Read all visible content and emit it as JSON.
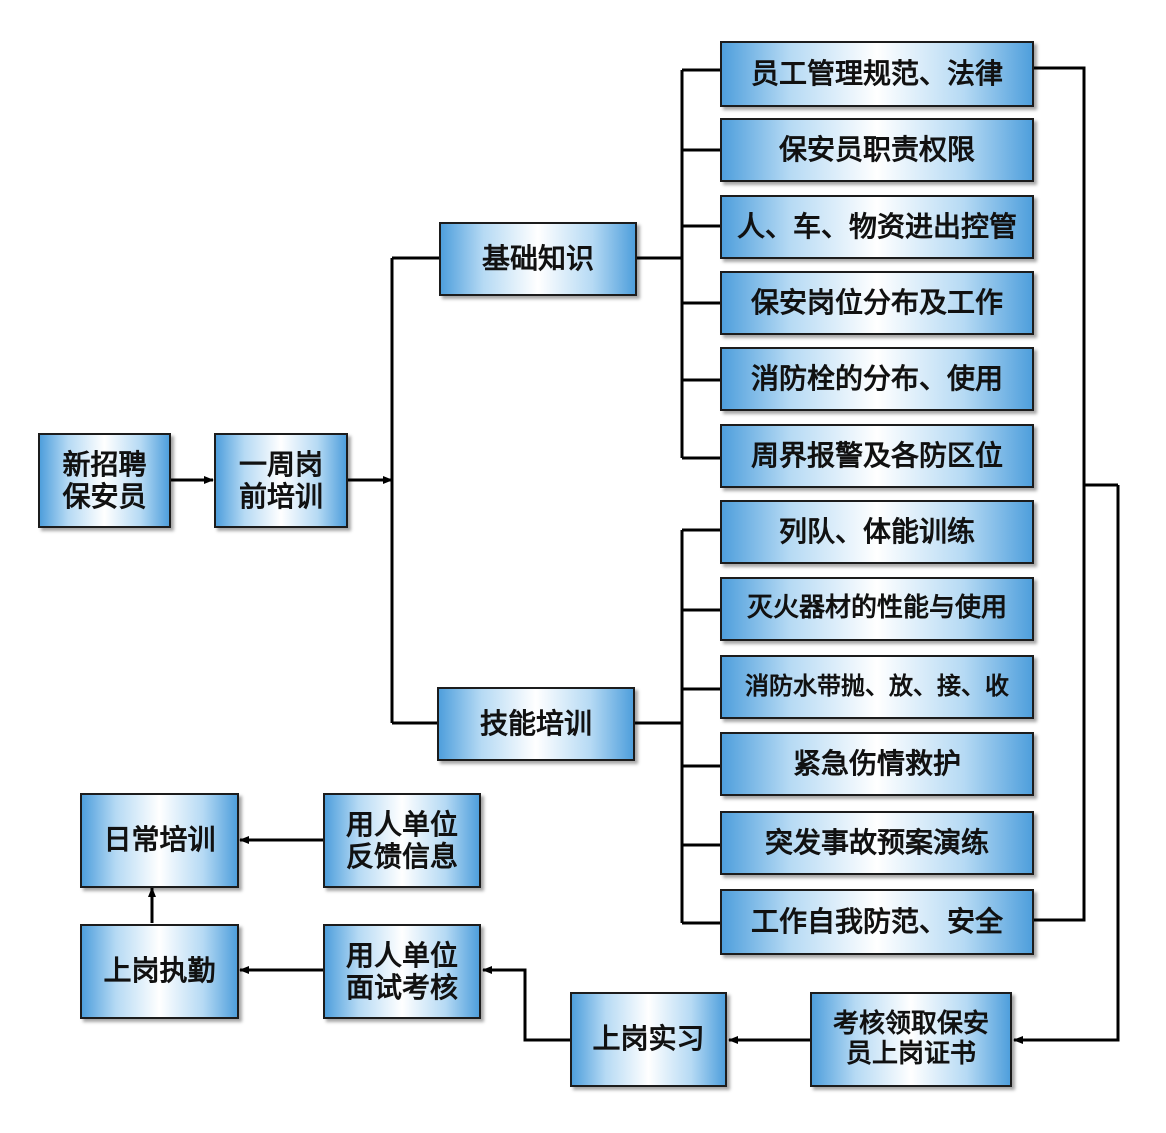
{
  "nodes": {
    "new_recruit": "新招聘\n保安员",
    "pre_training": "一周岗\n前培训",
    "basic_knowledge": "基础知识",
    "skill_training": "技能培训",
    "basic_items": [
      "员工管理规范、法律",
      "保安员职责权限",
      "人、车、物资进出控管",
      "保安岗位分布及工作",
      "消防栓的分布、使用",
      "周界报警及各防区位"
    ],
    "skill_items": [
      "列队、体能训练",
      "灭火器材的性能与使用",
      "消防水带抛、放、接、收",
      "紧急伤情救护",
      "突发事故预案演练",
      "工作自我防范、安全"
    ],
    "certificate": "考核领取保安\n员上岗证书",
    "internship": "上岗实习",
    "interview": "用人单位\n面试考核",
    "on_duty": "上岗执勤",
    "feedback": "用人单位\n反馈信息",
    "daily_training": "日常培训"
  }
}
